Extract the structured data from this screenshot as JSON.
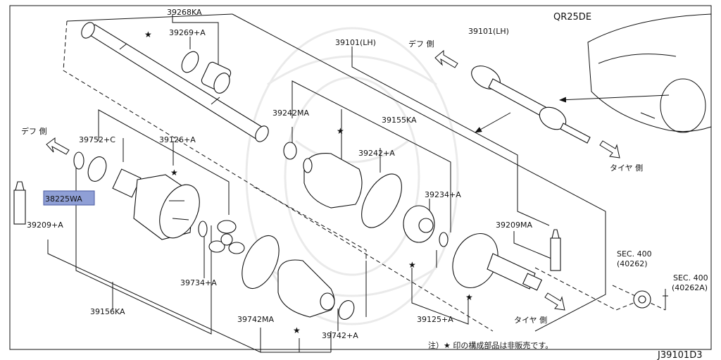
{
  "engine_code": "QR25DE",
  "diagram_code": "J39101D3",
  "note": "注）★ 印の構成部品は非販売です。",
  "colors": {
    "highlight": "#8f9fd6",
    "line": "#111111"
  },
  "directions": {
    "diff_side": "デフ 側",
    "tire_side": "タイヤ 側"
  },
  "parts": {
    "p39268KA": "39268KA",
    "p39269A": "39269+A",
    "p39101LH_a": "39101(LH)",
    "p39101LH_b": "39101(LH)",
    "p39242MA": "39242MA",
    "p39155KA": "39155KA",
    "p39752C": "39752+C",
    "p39126A": "39126+A",
    "p39242A": "39242+A",
    "p38225WA": "38225WA",
    "p39234A": "39234+A",
    "p39209A": "39209+A",
    "p39209MA": "39209MA",
    "p39734A": "39734+A",
    "p39156KA": "39156KA",
    "p39742MA": "39742MA",
    "p39742A": "39742+A",
    "p39125A": "39125+A",
    "sec400_a_1": "SEC. 400",
    "sec400_a_2": "(40262)",
    "sec400_b_1": "SEC. 400",
    "sec400_b_2": "(40262A)"
  }
}
